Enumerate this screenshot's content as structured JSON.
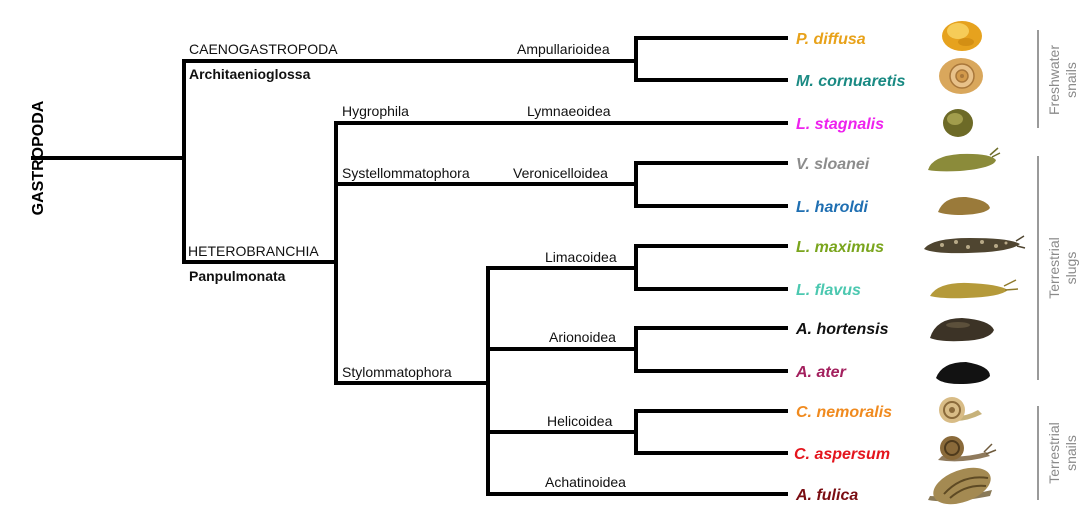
{
  "root_label": "GASTROPODA",
  "clades": {
    "caeno": "CAENOGASTROPODA",
    "archi": "Architaenioglossa",
    "hetero": "HETEROBRANCHIA",
    "panpul": "Panpulmonata",
    "hygro": "Hygrophila",
    "systell": "Systellommatophora",
    "stylo": "Stylommatophora"
  },
  "superfamilies": {
    "ampul": "Ampullarioidea",
    "lymn": "Lymnaeoidea",
    "veron": "Veronicelloidea",
    "limac": "Limacoidea",
    "arion": "Arionoidea",
    "helic": "Helicoidea",
    "achat": "Achatinoidea"
  },
  "species": [
    {
      "name": "P. diffusa",
      "color": "#e8a21a",
      "photo": "snail-shell-yellow"
    },
    {
      "name": "M. cornuaretis",
      "color": "#1a8a83",
      "photo": "snail-shell-coiled"
    },
    {
      "name": "L. stagnalis",
      "color": "#ee22ee",
      "photo": "snail-shell-round"
    },
    {
      "name": "V. sloanei",
      "color": "#8c8c8c",
      "photo": "slug"
    },
    {
      "name": "L. haroldi",
      "color": "#1f6fb2",
      "photo": "slug"
    },
    {
      "name": "L. maximus",
      "color": "#7aa51d",
      "photo": "slug-spotted"
    },
    {
      "name": "L. flavus",
      "color": "#4cc8b0",
      "photo": "slug-yellow"
    },
    {
      "name": "A. hortensis",
      "color": "#111111",
      "photo": "slug-dark"
    },
    {
      "name": "A. ater",
      "color": "#a3205e",
      "photo": "slug-black"
    },
    {
      "name": "C. nemoralis",
      "color": "#f08a1e",
      "photo": "snail-banded"
    },
    {
      "name": "C. aspersum",
      "color": "#e4141c",
      "photo": "snail-brown"
    },
    {
      "name": "A. fulica",
      "color": "#7a0d12",
      "photo": "snail-large"
    }
  ],
  "groups": {
    "freshwater": [
      "Freshwater",
      "snails"
    ],
    "terr_slugs": [
      "Terrestrial",
      "slugs"
    ],
    "terr_snails": [
      "Terrestrial",
      "snails"
    ]
  },
  "colors": {
    "line": "#000000",
    "group_bar": "#9a9a9a"
  }
}
